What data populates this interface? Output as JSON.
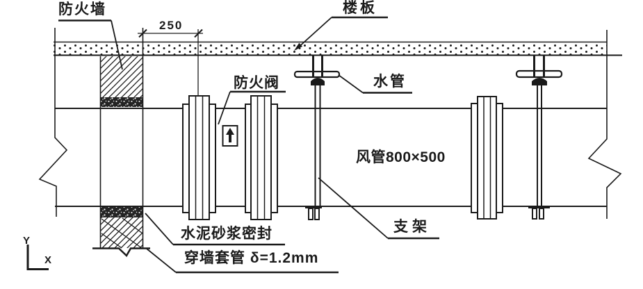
{
  "diagram": {
    "labels": {
      "firewall": "防火墙",
      "floor_slab": "楼板",
      "dimension": "250",
      "fire_damper": "防火阀",
      "water_pipe": "水管",
      "duct_size": "风管800×500",
      "support": "支架",
      "mortar_seal": "水泥砂浆密封",
      "wall_sleeve": "穿墙套管 δ=1.2mm",
      "axis_y": "Y",
      "axis_x": "X"
    },
    "colors": {
      "line": "#1a1a1a",
      "background": "#ffffff"
    }
  }
}
